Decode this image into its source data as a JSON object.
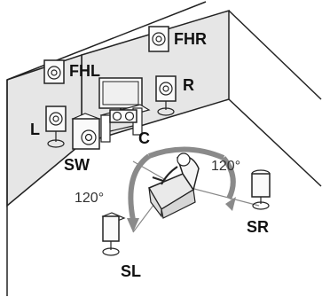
{
  "speakers": {
    "fhl": "FHL",
    "fhr": "FHR",
    "l": "L",
    "r": "R",
    "c": "C",
    "sw": "SW",
    "sl": "SL",
    "sr": "SR"
  },
  "angles": {
    "left": "120°",
    "right": "120°"
  },
  "colors": {
    "wall": "#e6e6e6",
    "arc": "#8a8a8a",
    "line": "#222222"
  }
}
